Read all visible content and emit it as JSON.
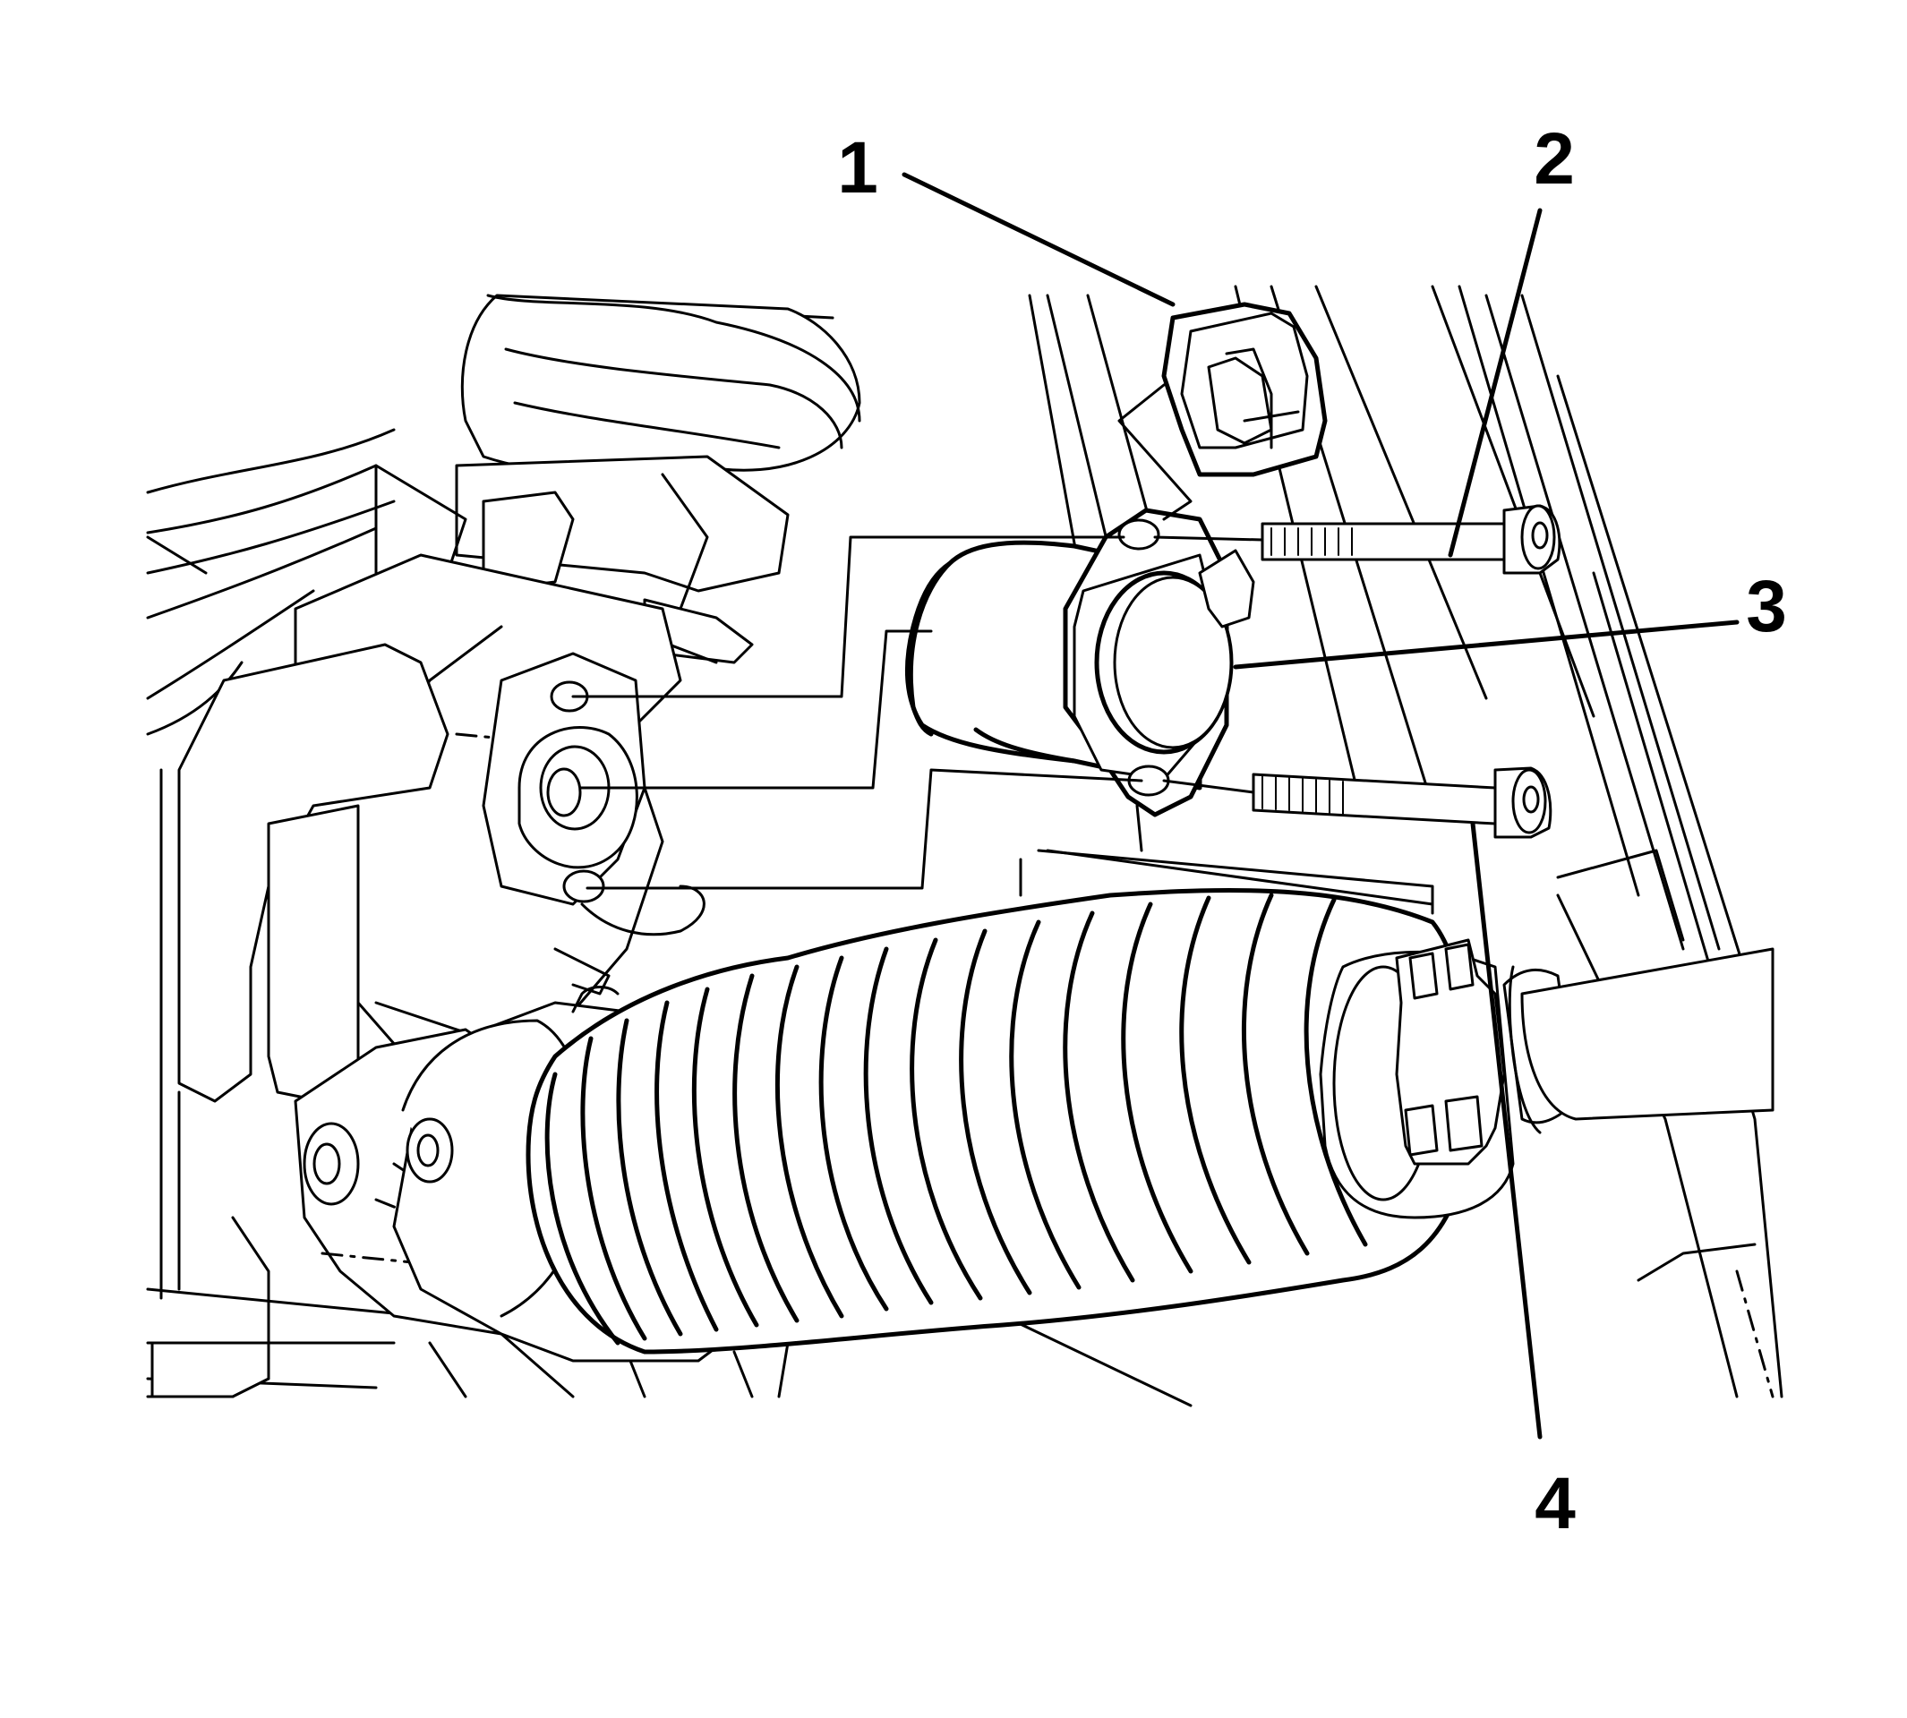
{
  "callouts": [
    {
      "id": "1",
      "label": "1"
    },
    {
      "id": "2",
      "label": "2"
    },
    {
      "id": "3",
      "label": "3"
    },
    {
      "id": "4",
      "label": "4"
    }
  ]
}
